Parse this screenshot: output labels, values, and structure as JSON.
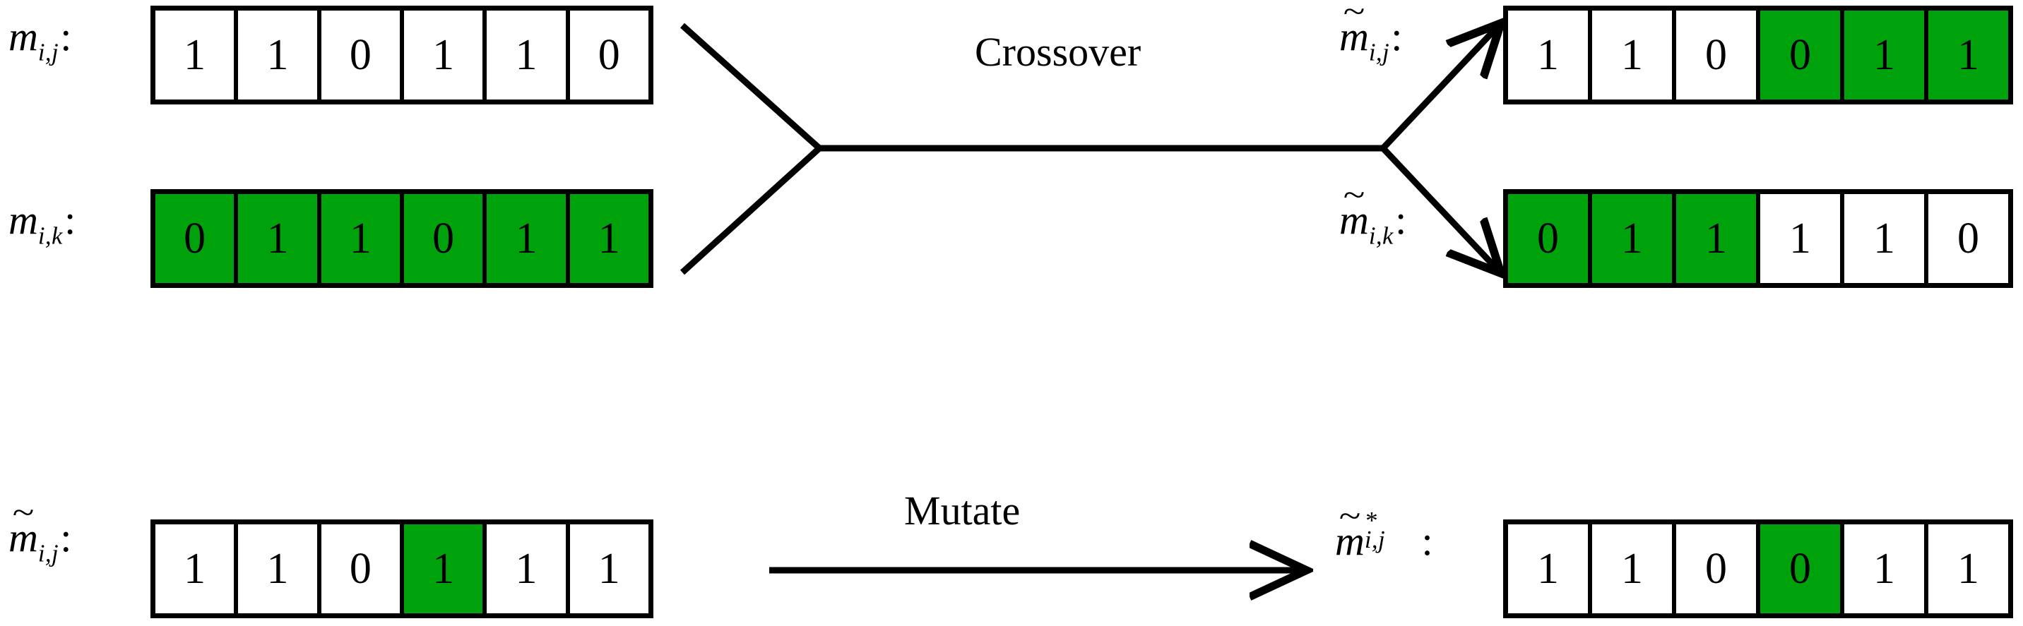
{
  "diagram": {
    "title": "Genetic algorithm crossover and mutation on binary chromosomes",
    "accent_color": "#00a20c",
    "line_color": "#000000",
    "background_color": "#ffffff"
  },
  "operations": {
    "crossover": {
      "label": "Crossover",
      "inputs": [
        {
          "name": "parent-1",
          "label_base": "m",
          "label_tilde": false,
          "label_sub": "i,j",
          "label_sup": "",
          "label_colon": ":",
          "bits": [
            "1",
            "1",
            "0",
            "1",
            "1",
            "0"
          ],
          "highlight": [
            false,
            false,
            false,
            false,
            false,
            false
          ]
        },
        {
          "name": "parent-2",
          "label_base": "m",
          "label_tilde": false,
          "label_sub": "i,k",
          "label_sup": "",
          "label_colon": ":",
          "bits": [
            "0",
            "1",
            "1",
            "0",
            "1",
            "1"
          ],
          "highlight": [
            true,
            true,
            true,
            true,
            true,
            true
          ]
        }
      ],
      "outputs": [
        {
          "name": "child-1",
          "label_base": "m",
          "label_tilde": true,
          "label_sub": "i,j",
          "label_sup": "",
          "label_colon": ":",
          "bits": [
            "1",
            "1",
            "0",
            "0",
            "1",
            "1"
          ],
          "highlight": [
            false,
            false,
            false,
            true,
            true,
            true
          ]
        },
        {
          "name": "child-2",
          "label_base": "m",
          "label_tilde": true,
          "label_sub": "i,k",
          "label_sup": "",
          "label_colon": ":",
          "bits": [
            "0",
            "1",
            "1",
            "1",
            "1",
            "0"
          ],
          "highlight": [
            true,
            true,
            true,
            false,
            false,
            false
          ]
        }
      ]
    },
    "mutate": {
      "label": "Mutate",
      "inputs": [
        {
          "name": "mutation-source",
          "label_base": "m",
          "label_tilde": true,
          "label_sub": "i,j",
          "label_sup": "",
          "label_colon": ":",
          "bits": [
            "1",
            "1",
            "0",
            "1",
            "1",
            "1"
          ],
          "highlight": [
            false,
            false,
            false,
            true,
            false,
            false
          ]
        }
      ],
      "outputs": [
        {
          "name": "mutation-result",
          "label_base": "m",
          "label_tilde": true,
          "label_sub": "i,j",
          "label_sup": "*",
          "label_colon": ":",
          "bits": [
            "1",
            "1",
            "0",
            "0",
            "1",
            "1"
          ],
          "highlight": [
            false,
            false,
            false,
            true,
            false,
            false
          ]
        }
      ]
    }
  }
}
